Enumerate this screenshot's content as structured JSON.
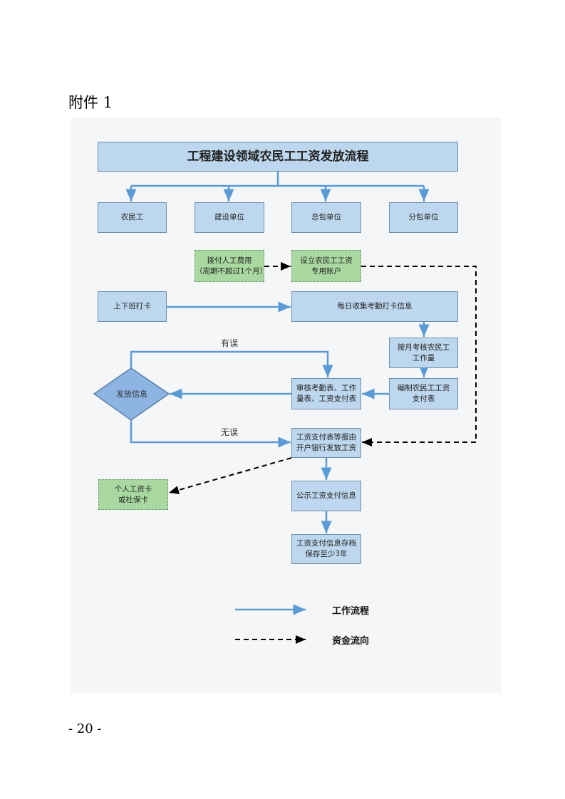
{
  "header": {
    "attachment": "附件 1"
  },
  "footer": {
    "page_number": "- 20 -"
  },
  "flowchart": {
    "title": "工程建设领域农民工工资发放流程",
    "parties": [
      "农民工",
      "建设单位",
      "总包单位",
      "分包单位"
    ],
    "nodes": {
      "pay_labor": "拨付人工费用\n（周期不超过1个月）",
      "account": "设立农民工工资\n专用账户",
      "clock": "上下班打卡",
      "collect": "每日收集考勤打卡信息",
      "assess": "按月考核农民工\n工作量",
      "compile": "编制农民工工资\n支付表",
      "review": "审核考勤表、工作\n量表、工资支付表",
      "decision": "发放信息",
      "bank": "工资支付表等报由\n开户银行发放工资",
      "card": "个人工资卡\n或社保卡",
      "publicize": "公示工资支付信息",
      "archive": "工资支付信息存档\n保存至少3年"
    },
    "edge_labels": {
      "error": "有误",
      "ok": "无误"
    },
    "legend": {
      "work_flow": "工作流程",
      "fund_flow": "资金流向"
    },
    "colors": {
      "process_fill": "#bdd7ee",
      "fund_fill": "#a9d8a0",
      "diamond_fill": "#8eb4e3",
      "arrow": "#5b9bd5"
    }
  }
}
